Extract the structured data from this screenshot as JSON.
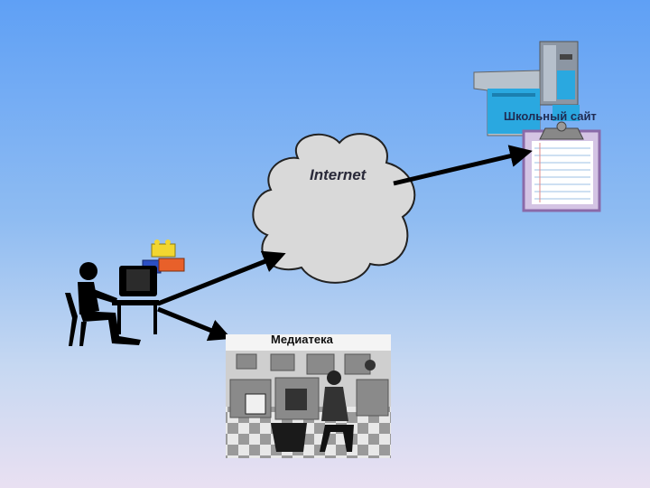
{
  "diagram": {
    "cloud_label": "Internet",
    "server_label": "Школьный сайт",
    "library_label": "Медиатека"
  },
  "icons": {
    "user": "person-at-computer-icon",
    "blocks": "toy-blocks-icon",
    "cloud": "cloud-icon",
    "server": "server-icon",
    "clipboard": "clipboard-icon",
    "library": "computer-lab-photo"
  },
  "colors": {
    "arrow": "#000000",
    "cloud_fill": "#d9d9d9",
    "clipboard_border": "#8a6aa8",
    "server_blue": "#2aa8e0"
  }
}
